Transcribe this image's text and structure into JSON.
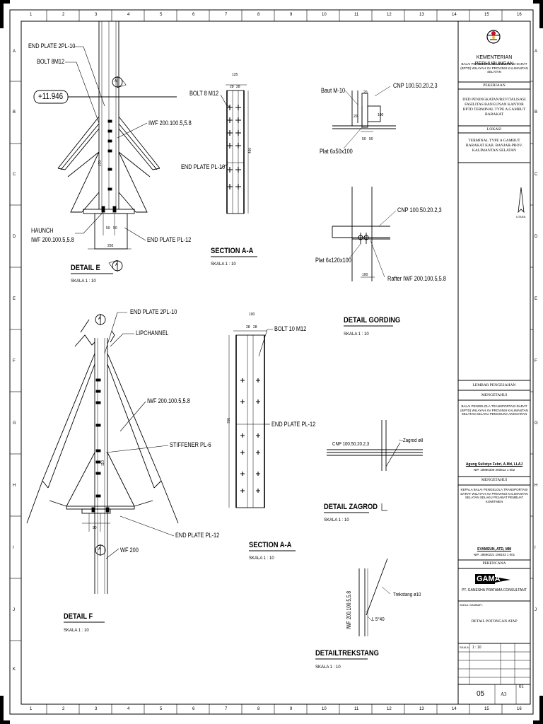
{
  "grid": {
    "columns": [
      "1",
      "2",
      "3",
      "4",
      "5",
      "6",
      "7",
      "8",
      "9",
      "10",
      "11",
      "12",
      "13",
      "14",
      "15",
      "16"
    ],
    "rows": [
      "A",
      "B",
      "C",
      "D",
      "E",
      "F",
      "G",
      "H",
      "I",
      "J",
      "K"
    ]
  },
  "detail_e": {
    "title": "DETAIL E",
    "scale": "SKALA 1 : 10",
    "elevation": "+11.946",
    "labels": {
      "end_plate_2pl": "END PLATE 2PL-10",
      "bolt": "BOLT 8M12",
      "iwf": "IWF 200.100.5,5.8",
      "haunch_1": "HAUNCH",
      "haunch_2": "IWF 200.100.5,5.8",
      "end_plate_pl12": "END PLATE PL-12",
      "section_marker": "A"
    },
    "dims": {
      "d1": "50",
      "d2": "50",
      "d3": "250",
      "d4": "170"
    }
  },
  "section_aa_1": {
    "title": "SECTION A-A",
    "scale": "SKALA 1 : 10",
    "labels": {
      "bolt": "BOLT 8 M12",
      "end_plate": "END PLATE PL-10"
    },
    "dims": {
      "w": "125",
      "a": "28",
      "b": "28",
      "h": "460"
    }
  },
  "detail_gording": {
    "title": "DETAIL GORDING",
    "scale": "SKALA 1 : 10",
    "labels": {
      "baut": "Baut M-10",
      "cnp_1": "CNP 100.50.20.2,3",
      "plat_1": "Plat 6x50x100",
      "cnp_2": "CNP 100.50.20.2,3",
      "plat_2": "Plat 6x120x100",
      "rafter": "Rafter IWF 200.100.5,5.8"
    },
    "dims": {
      "a": "20",
      "b": "20",
      "c": "100",
      "d": "50",
      "e": "50",
      "f": "100"
    }
  },
  "detail_f": {
    "title": "DETAIL F",
    "scale": "SKALA 1 : 10",
    "labels": {
      "end_plate_2pl": "END PLATE 2PL-10",
      "lipchannel": "LIPCHANNEL",
      "iwf": "IWF 200.100.5,5.8",
      "stiffener": "STIFFENER PL-6",
      "end_plate_pl12": "END PLATE PL-12",
      "wf": "WF 200",
      "section_marker": "A"
    },
    "dims": {
      "a": "90",
      "b": "110"
    }
  },
  "section_aa_2": {
    "title": "SECTION A-A",
    "scale": "SKALA 1 : 10",
    "labels": {
      "bolt": "BOLT 10 M12",
      "end_plate": "END PLATE PL-12"
    },
    "dims": {
      "w": "100",
      "a": "28",
      "b": "28",
      "h": "700"
    }
  },
  "detail_zagrod": {
    "title": "DETAIL ZAGROD",
    "scale": "SKALA 1 : 10",
    "labels": {
      "cnp": "CNP 100.50.20.2,3",
      "zagrod": "Zagrod ø8"
    }
  },
  "detail_trekstang": {
    "title": "DETAILTREKSTANG",
    "scale": "SKALA 1 : 10",
    "labels": {
      "iwf": "IWF 200.100.5,5.8",
      "trekstang": "Trekstang ø10",
      "angle": "L 5°40"
    }
  },
  "title_block": {
    "ministry": "KEMENTERIAN PERHUBUNGAN",
    "ministry_sub": "BALAI PENGELOLA TRANSPORTASI DARAT (BPTD) WILAYAH XV PROVINSI KALIMANTAN SELATAN",
    "pekerjaan_label": "PEKERJAAN",
    "pekerjaan": "DED PENINGKATAN/REVITALISASI FASILITAS BANGUNAN KANTOR BPTD TERMINAL TYPE A GAMBUT BARAKAT",
    "lokasi_label": "LOKASI",
    "lokasi": "TERMINAL TYPE A GAMBUT BARAKAT KAB. BANJAR-PROV. KALIMANTAN SELATAN",
    "north": "UTARA",
    "lembar": "LEMBAR PENGESAHAN",
    "mengetahui_1": "MENGETAHUI",
    "org_1": "BALAI PENGELOLA TRANSPORTASI DARAT (BPTD) WILAYAH XV PROVINSI KALIMANTAN SELATAN SELAKU PENGGUNA ANGGARAN",
    "signer_1": "Agung Sulistyo Febri, A.Md, LLAJ",
    "nip_1": "NIP. 19890309 200812 1 002",
    "mengetahui_2": "MENGETAHUI",
    "org_2": "KEPALA BALAI PENGELOLA TRANSPORTASI DARAT WILAYAH XV PROVINSI KALIMANTAN SELATAN SELAKU PEJABAT PEMBUAT KOMITMEN",
    "signer_2": "SYAMSUN, ATD, MM",
    "nip_2": "NIP. 19690221 199103 1 001",
    "perencana_label": "PERENCANA",
    "firm_logo": "GAMA",
    "firm": "PT. GANESHA PRATAMA CONSULTANT",
    "drawing_label": "JUDUL GAMBAR :",
    "drawing_title": "DETAIL POTONGAN ATAP",
    "scale_label": "SKALA",
    "scale_value": "1 : 10",
    "sheet_no": "05",
    "paper": "A3",
    "total": "01"
  }
}
